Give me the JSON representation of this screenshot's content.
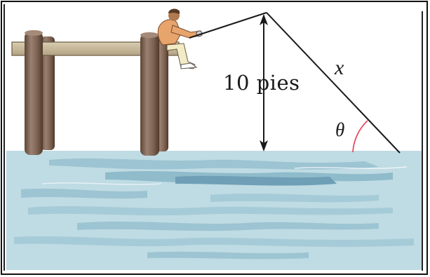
{
  "labels": {
    "height": "10 pies",
    "line": "x",
    "angle": "θ"
  },
  "colors": {
    "water_light": "#bfdbe3",
    "water_mid": "#9cc4d2",
    "water_dark": "#6e9fb6",
    "wood": "#8b7060",
    "wood_dark": "#5e4636",
    "shirt": "#e7a46c",
    "pants": "#f2ecc6",
    "angle_arc": "#e84a5f",
    "line": "#1a1a1a"
  }
}
